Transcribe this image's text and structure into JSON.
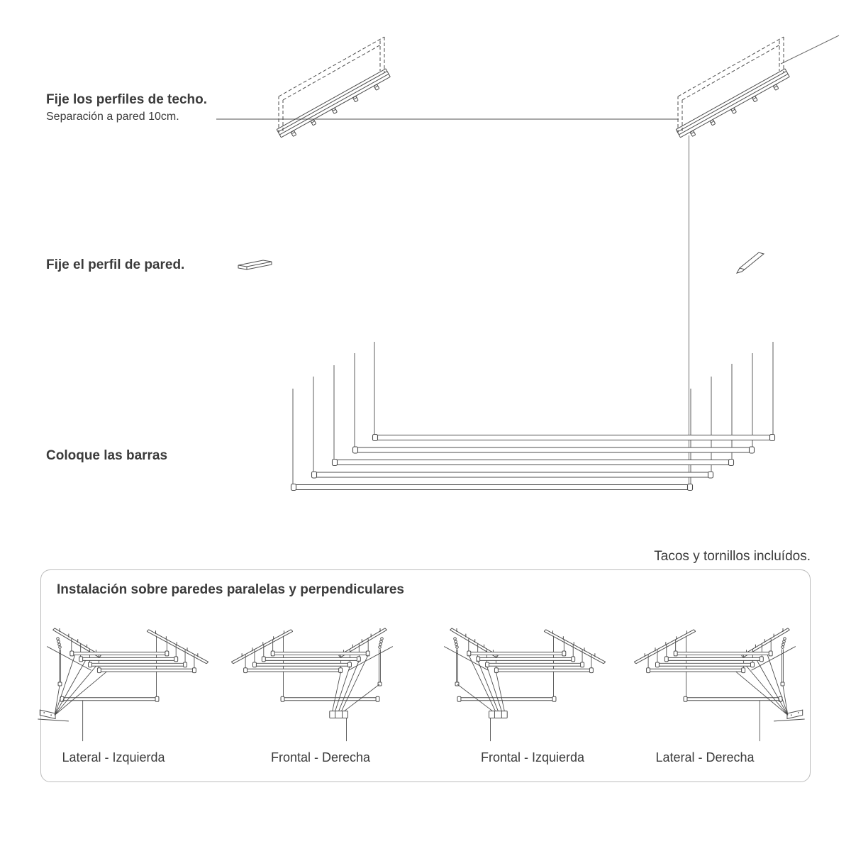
{
  "steps": {
    "ceiling": {
      "title": "Fije los perfiles de techo.",
      "subtitle": "Separación a pared 10cm."
    },
    "wall": {
      "title": "Fije el perfil de pared."
    },
    "bars": {
      "title": "Coloque las barras"
    }
  },
  "note": "Tacos y tornillos incluídos.",
  "panel": {
    "title": "Instalación sobre paredes paralelas y perpendiculares",
    "variants": [
      {
        "label": "Lateral - Izquierda"
      },
      {
        "label": "Frontal - Derecha"
      },
      {
        "label": "Frontal - Izquierda"
      },
      {
        "label": "Lateral - Derecha"
      }
    ]
  },
  "colors": {
    "text": "#3b3b3b",
    "line": "#4d4d4d",
    "guide_line": "#8c8c8c",
    "panel_border": "#bcbcbc"
  }
}
